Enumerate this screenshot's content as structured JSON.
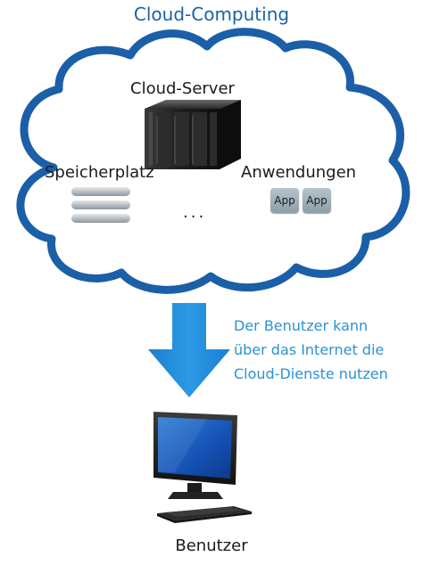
{
  "title": "Cloud-Computing",
  "cloud": {
    "server_label": "Cloud-Server",
    "storage_label": "Speicherplatz",
    "apps_label": "Anwendungen",
    "app_tiles": [
      "App",
      "App"
    ],
    "ellipsis": "..."
  },
  "arrow": {
    "caption_lines": [
      "Der Benutzer kann",
      "über das Internet die",
      "Cloud-Dienste nutzen"
    ]
  },
  "user_label": "Benutzer",
  "colors": {
    "cloud_outline": "#1a5fa8",
    "title": "#1a63a8",
    "arrow": "#1f8ad8",
    "caption": "#2a92d3"
  },
  "icons": [
    "cloud-shape",
    "server-rack-icon",
    "storage-disks-icon",
    "app-tile",
    "down-arrow-icon",
    "desktop-computer-icon"
  ]
}
